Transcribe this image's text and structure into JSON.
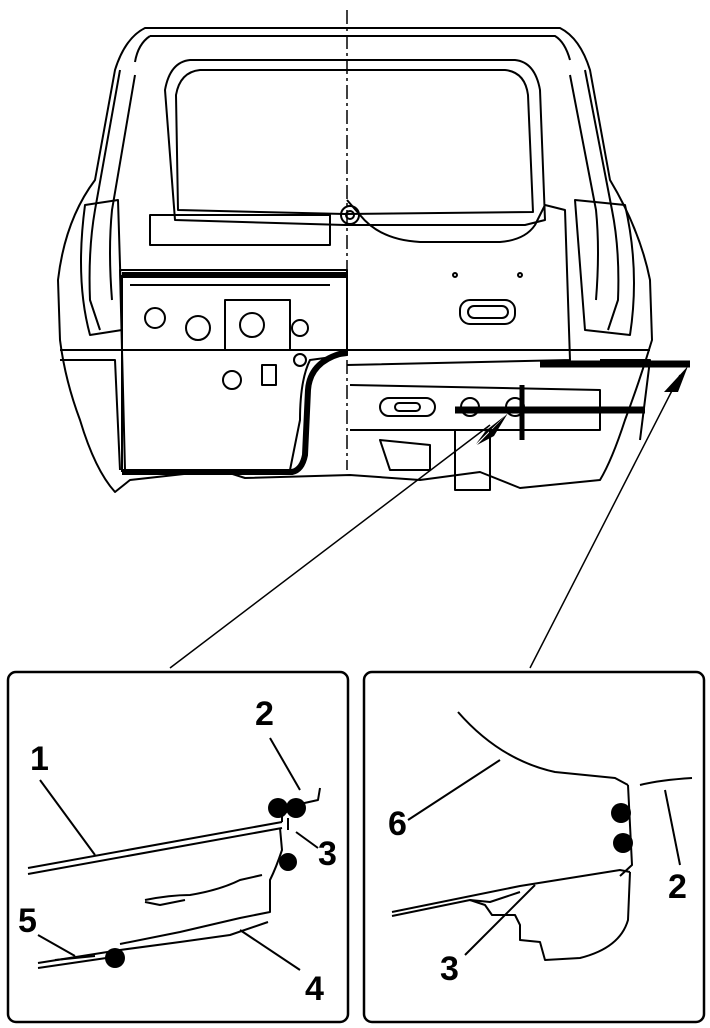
{
  "figure": {
    "left_panel": {
      "callouts": [
        "1",
        "2",
        "3",
        "4",
        "5"
      ]
    },
    "right_panel": {
      "callouts": [
        "6",
        "3",
        "2"
      ]
    }
  },
  "colors": {
    "line": "#000000",
    "background": "#ffffff",
    "sealant": "#000000"
  },
  "icons": {
    "seal_point": "filled-circle",
    "section_pointer": "filled-arrowhead"
  }
}
